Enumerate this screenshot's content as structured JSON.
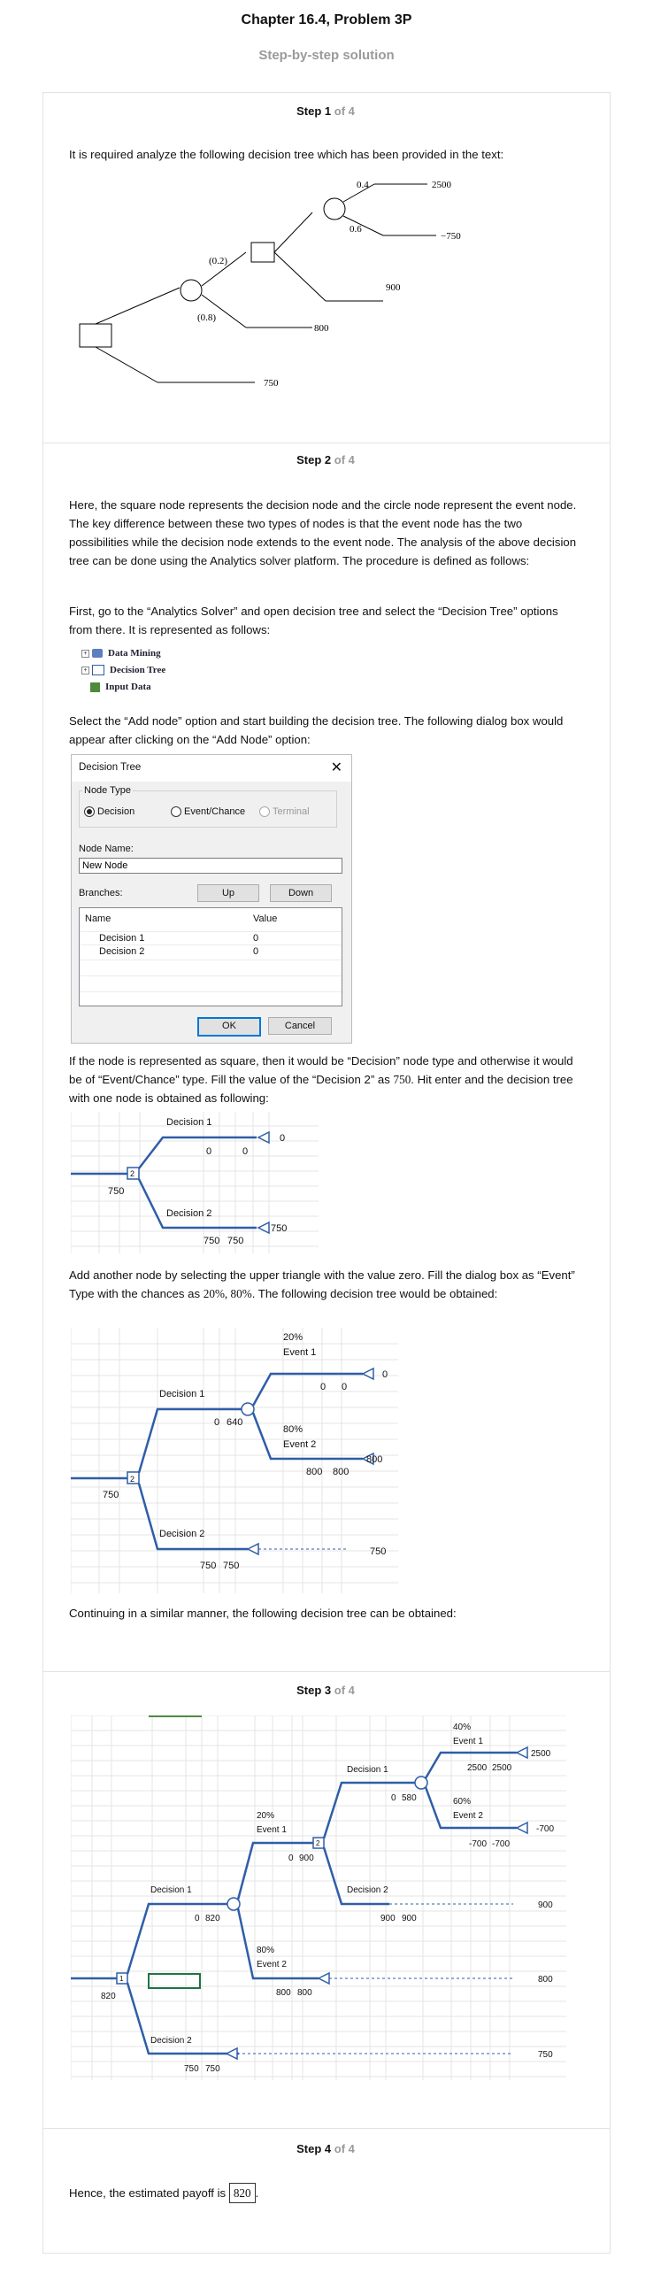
{
  "header": {
    "title": "Chapter 16.4, Problem 3P",
    "subtitle": "Step-by-step solution"
  },
  "steps": [
    {
      "label": "Step 1",
      "of": "of 4"
    },
    {
      "label": "Step 2",
      "of": "of 4"
    },
    {
      "label": "Step 3",
      "of": "of 4"
    },
    {
      "label": "Step 4",
      "of": "of 4"
    }
  ],
  "step1": {
    "text": "It is required analyze the following decision tree which has been provided in the text:",
    "tree": {
      "p1": "(0.2)",
      "p2": "(0.8)",
      "p3": "0.4",
      "p4": "0.6",
      "v1": "2500",
      "v2": "−750",
      "v3": "900",
      "v4": "800",
      "v5": "750"
    }
  },
  "step2": {
    "para1": "Here, the square node represents the decision node and the circle node represent the event node. The key difference between these two types of nodes is that the event node has the two possibilities while the decision node extends to the event node. The analysis of the above decision tree can be done using the Analytics solver platform. The procedure is defined as follows:",
    "para2": "First, go to the “Analytics Solver” and open decision tree and select the “Decision Tree” options from there. It is represented as follows:",
    "menu": [
      "Data Mining",
      "Decision Tree",
      "Input Data"
    ],
    "para3": "Select the “Add node” option and start building the decision tree. The following dialog box would appear after clicking on the “Add Node” option:",
    "dialog": {
      "title": "Decision Tree",
      "node_type_label": "Node Type",
      "types": [
        "Decision",
        "Event/Chance",
        "Terminal"
      ],
      "node_name_label": "Node Name:",
      "node_name_value": "New Node",
      "branches_label": "Branches:",
      "up": "Up",
      "down": "Down",
      "col_name": "Name",
      "col_value": "Value",
      "rows": [
        {
          "name": "Decision 1",
          "value": "0"
        },
        {
          "name": "Decision 2",
          "value": "0"
        }
      ],
      "ok": "OK",
      "cancel": "Cancel"
    },
    "para4a": "If the node is represented as square, then it would be “Decision” node type and otherwise it would be of “Event/Chance” type. Fill the value of the “Decision 2” as ",
    "para4_val": "750",
    "para4b": ". Hit enter and the decision tree with one node is obtained as following:",
    "tree1": {
      "node": "2",
      "root_val": "750",
      "d1": "Decision 1",
      "d2": "Decision 2",
      "d1_v1": "0",
      "d1_v2": "0",
      "d1_end": "0",
      "d2_v1": "750",
      "d2_v2": "750",
      "d2_end": "750"
    },
    "para5a": "Add another node by selecting the upper triangle with the value zero. Fill the dialog box as “Event” Type with the chances as ",
    "para5_val": "20%, 80%",
    "para5b": ". The following decision tree would be obtained:",
    "tree2": {
      "node": "2",
      "root_val": "750",
      "d1": "Decision 1",
      "d2": "Decision 2",
      "d1_v1": "0",
      "d1_v2": "640",
      "e1_pct": "20%",
      "e1": "Event 1",
      "e1_v1": "0",
      "e1_v2": "0",
      "e1_end": "0",
      "e2_pct": "80%",
      "e2": "Event 2",
      "e2_v1": "800",
      "e2_v2": "800",
      "e2_end": "800",
      "d2_v1": "750",
      "d2_v2": "750",
      "d2_end": "750"
    },
    "para6": "Continuing in a similar manner, the following decision tree can be obtained:"
  },
  "step3": {
    "tree": {
      "root_node": "1",
      "root_val": "820",
      "d1": "Decision 1",
      "d1_v1": "0",
      "d1_v2": "820",
      "d2": "Decision 2",
      "d2_v1": "750",
      "d2_v2": "750",
      "d2_end": "750",
      "e1_pct": "20%",
      "e1": "Event 1",
      "e1_v1": "0",
      "e1_v2": "900",
      "e2_pct": "80%",
      "e2": "Event 2",
      "e2_v1": "800",
      "e2_v2": "800",
      "e2_end": "800",
      "n2": "2",
      "dd1": "Decision 1",
      "dd1_v1": "0",
      "dd1_v2": "580",
      "dd2": "Decision 2",
      "dd2_v1": "900",
      "dd2_v2": "900",
      "dd2_end": "900",
      "ee1_pct": "40%",
      "ee1": "Event 1",
      "ee1_v1": "2500",
      "ee1_v2": "2500",
      "ee1_end": "2500",
      "ee2_pct": "60%",
      "ee2": "Event 2",
      "ee2_v1": "-700",
      "ee2_v2": "-700",
      "ee2_end": "-700"
    }
  },
  "step4": {
    "text_before": "Hence, the estimated payoff is ",
    "answer": "820",
    "text_after": "."
  },
  "colors": {
    "tree_blue": "#2f5ea8",
    "border": "#e2e2e2",
    "muted": "#9a9a9a"
  }
}
